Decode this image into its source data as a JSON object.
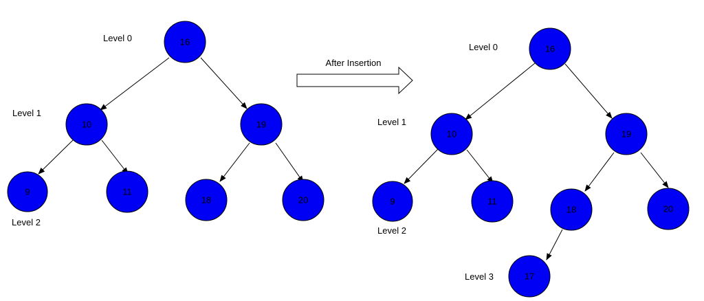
{
  "colors": {
    "node_fill": "#0000f5",
    "stroke": "#000000",
    "background": "#ffffff"
  },
  "transition_label": "After Insertion",
  "before": {
    "levels": [
      "Level 0",
      "Level 1",
      "Level 2"
    ],
    "nodes": [
      "16",
      "10",
      "19",
      "9",
      "11",
      "18",
      "20"
    ]
  },
  "after": {
    "levels": [
      "Level 0",
      "Level 1",
      "Level 2",
      "Level 3"
    ],
    "nodes": [
      "16",
      "10",
      "19",
      "9",
      "11",
      "18",
      "20",
      "17"
    ]
  }
}
